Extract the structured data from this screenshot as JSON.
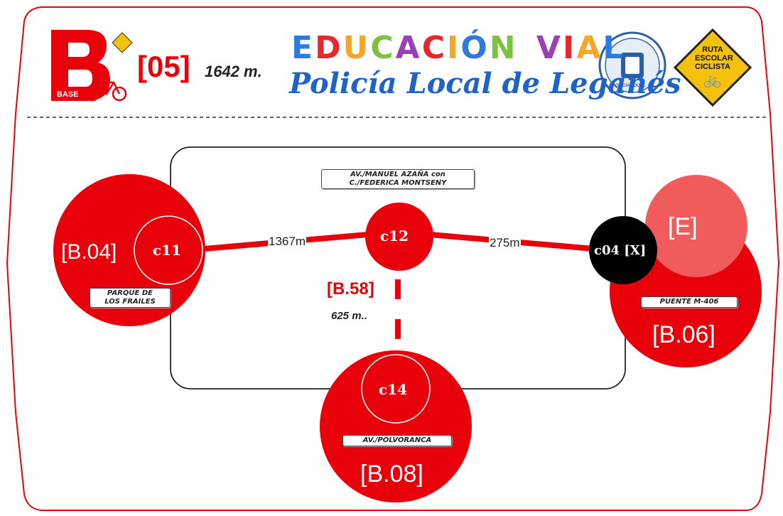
{
  "header": {
    "logo_letter": "B",
    "logo_sub": "BASE",
    "route_code": "[05]",
    "distance": "1642 m.",
    "title_line1_parts": [
      {
        "t": "E",
        "c": "#2c7be0"
      },
      {
        "t": "D",
        "c": "#e8262b"
      },
      {
        "t": "U",
        "c": "#f5a623"
      },
      {
        "t": "C",
        "c": "#7cc242"
      },
      {
        "t": "A",
        "c": "#9b3fb5"
      },
      {
        "t": "C",
        "c": "#e8262b"
      },
      {
        "t": "I",
        "c": "#f5a623"
      },
      {
        "t": "Ó",
        "c": "#2c7be0"
      },
      {
        "t": "N",
        "c": "#7cc242"
      },
      {
        "t": " ",
        "c": "#000000"
      },
      {
        "t": "V",
        "c": "#9b3fb5"
      },
      {
        "t": "I",
        "c": "#e8262b"
      },
      {
        "t": "A",
        "c": "#f5a623"
      },
      {
        "t": "L",
        "c": "#2c7be0"
      }
    ],
    "title_line2": "Policía Local de Leganés",
    "seal_text": "POLICÍA LOCAL",
    "sign_line1": "RUTA",
    "sign_line2": "ESCOLAR",
    "sign_line3": "CICLISTA"
  },
  "nodes": {
    "c11": {
      "code": "c11",
      "base": "[B.04]",
      "place": [
        "PARQUE DE",
        "LOS FRAILES"
      ]
    },
    "c12": {
      "code": "c12",
      "place": [
        "AV./MANUEL AZAÑA con",
        "C./FEDERICA MONTSENY"
      ]
    },
    "c14": {
      "code": "c14",
      "base": "[B.08]",
      "place": [
        "AV./POLVORANCA"
      ]
    },
    "c04": {
      "code": "c04 [X]",
      "base": "[B.06]",
      "extra": "[E]",
      "place": [
        "PUENTE M-406"
      ]
    }
  },
  "edges": {
    "c11_c12": "1367m",
    "c12_c04": "275m",
    "c12_c14_code": "[B.58]",
    "c12_c14_dist": "625 m.."
  },
  "colors": {
    "red": "#e8000a",
    "light_red": "#f25b5b",
    "black": "#000000",
    "border_red": "#e8000a"
  }
}
